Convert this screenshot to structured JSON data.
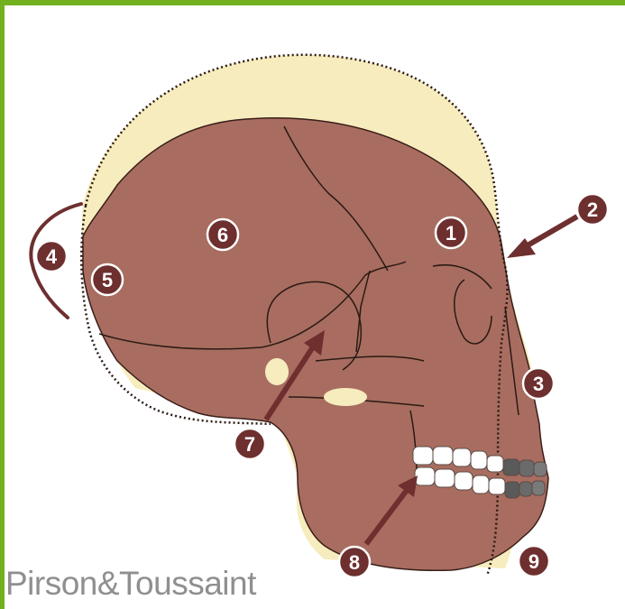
{
  "markers": {
    "m1": "1",
    "m2": "2",
    "m3": "3",
    "m4": "4",
    "m5": "5",
    "m6": "6",
    "m7": "7",
    "m8": "8",
    "m9": "9"
  },
  "credit": "Pirson&Toussaint",
  "colors": {
    "frame": "#72b01d",
    "bone": "#a86d60",
    "outline_skull": "#f7ecbd",
    "marker": "#6e2f2f",
    "arrow": "#6e2f2f",
    "credit_text": "#8f8f8f"
  }
}
